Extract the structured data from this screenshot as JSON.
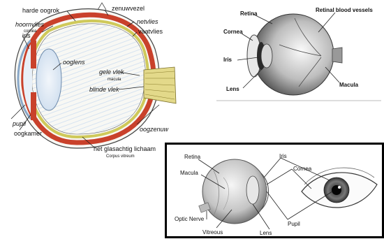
{
  "dutch_diagram": {
    "labels": {
      "harde_oogrok": "harde oogrok",
      "zenuwvezel": "zenuwvezel",
      "hoornvlies": "hoornvlies",
      "cornea": "cornea",
      "netvlies": "netvlies",
      "iris": "iris",
      "vaatvlies": "vaatvlies",
      "ooglens": "ooglens",
      "gele_vlek": "gele vlek",
      "macula": "macula",
      "blinde_vlek": "blinde vlek",
      "pupil": "pupil",
      "oogkamer": "oogkamer",
      "oogzenuw": "oogzenuw",
      "glasachtig_lichaam": "het glasachtig lichaam",
      "corpus_vitreum": "Corpus vitreum"
    }
  },
  "gray_diagram": {
    "labels": {
      "retina": "Retina",
      "retinal_blood_vessels": "Retinal blood vessels",
      "cornea": "Cornea",
      "iris": "Iris",
      "lens": "Lens",
      "macula": "Macula"
    }
  },
  "cutaway_diagram": {
    "labels": {
      "retina": "Retina",
      "iris": "Iris",
      "macula": "Macula",
      "cornea": "Cornea",
      "optic_nerve": "Optic Nerve",
      "pupil": "Pupil",
      "vitreous": "Vitreous",
      "lens": "Lens"
    }
  }
}
